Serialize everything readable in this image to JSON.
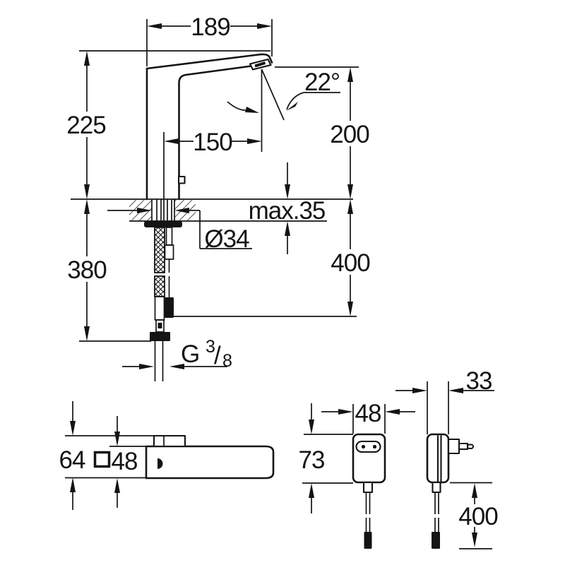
{
  "meta": {
    "title": "Technical dimension drawing — sensor basin mixer with plug-in power supply",
    "units": "mm"
  },
  "colors": {
    "line": "#141414",
    "background": "#ffffff"
  },
  "main_view": {
    "dim_spout_width": "189",
    "dim_height": "225",
    "dim_reach": "150",
    "dim_angle": "22°",
    "dim_outlet_height": "200",
    "dim_deck_thickness": "max.35",
    "dim_hole_dia": "Ø34",
    "dim_below_deck": "400",
    "dim_supply_height": "380",
    "thread": {
      "g": "G",
      "sup": "3",
      "slash": "/",
      "sub": "8"
    }
  },
  "top_view": {
    "dim_overall_width": "64",
    "dim_body_width": "48"
  },
  "adapter": {
    "dim_width": "48",
    "dim_height": "73",
    "dim_depth": "33",
    "dim_cable_length": "400"
  }
}
